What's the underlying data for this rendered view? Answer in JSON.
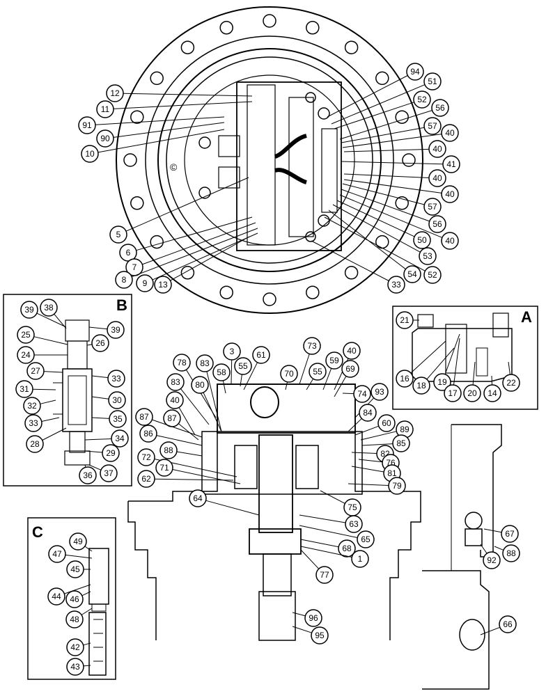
{
  "insets": {
    "a": {
      "label": "A"
    },
    "b": {
      "label": "B"
    },
    "c": {
      "label": "C"
    }
  },
  "copyright_mark": "©",
  "callouts": {
    "top": [
      "94",
      "51",
      "52",
      "56",
      "57",
      "40",
      "40",
      "41",
      "40",
      "40",
      "57",
      "56",
      "40",
      "50",
      "53",
      "54",
      "52",
      "33",
      "12",
      "11",
      "91",
      "90",
      "10",
      "5",
      "6",
      "7",
      "8",
      "9",
      "13"
    ],
    "insetA": [
      "21",
      "16",
      "18",
      "19",
      "17",
      "20",
      "14",
      "22"
    ],
    "insetB": [
      "39",
      "38",
      "39",
      "25",
      "26",
      "24",
      "27",
      "33",
      "31",
      "32",
      "30",
      "33",
      "35",
      "28",
      "34",
      "29",
      "36",
      "37"
    ],
    "insetC": [
      "49",
      "47",
      "45",
      "44",
      "46",
      "48",
      "42",
      "43"
    ],
    "main": [
      "3",
      "61",
      "73",
      "40",
      "78",
      "83",
      "58",
      "55",
      "70",
      "55",
      "59",
      "69",
      "83",
      "80",
      "74",
      "93",
      "40",
      "84",
      "87",
      "60",
      "87",
      "89",
      "86",
      "85",
      "88",
      "82",
      "72",
      "76",
      "71",
      "81",
      "62",
      "79",
      "64",
      "75",
      "63",
      "65",
      "68",
      "1",
      "77",
      "96",
      "95"
    ],
    "right": [
      "67",
      "92",
      "88",
      "66"
    ]
  }
}
